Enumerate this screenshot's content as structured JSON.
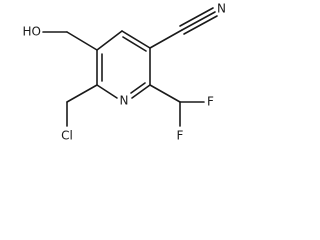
{
  "molecule": {
    "atoms": {
      "hydroxyl": "HO",
      "chlorine": "Cl",
      "ring_nitrogen": "N",
      "nitrile_nitrogen": "N",
      "fluorine_upper": "F",
      "fluorine_lower": "F"
    }
  },
  "colors": {
    "ink": "#1a1a1a",
    "background": "#ffffff"
  }
}
